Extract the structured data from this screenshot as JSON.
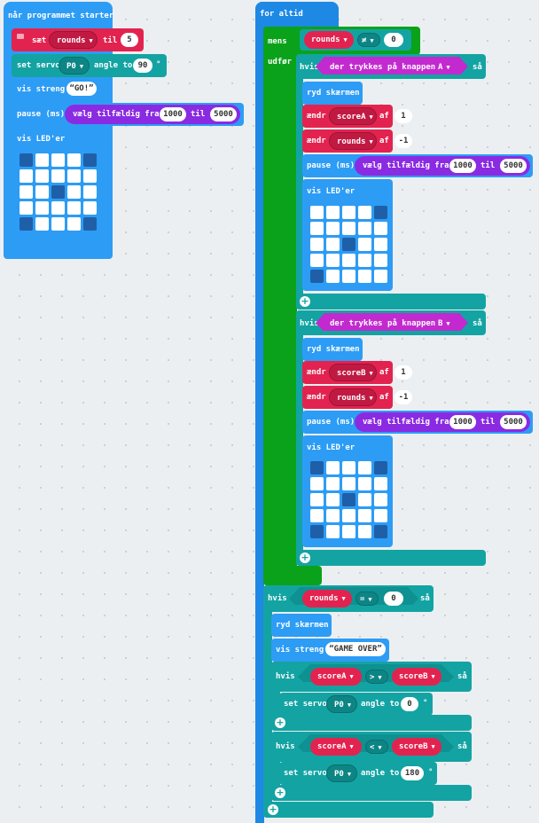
{
  "on_start": {
    "hat_label": "når programmet starter",
    "set_label": "sæt",
    "set_var": "rounds",
    "set_to": "til",
    "set_value": "5",
    "servo_label": "set servo",
    "servo_pin": "P0",
    "servo_angle_label": "angle to",
    "servo_angle": "90",
    "servo_unit": "°",
    "show_string_label": "vis streng",
    "show_string_value": "GO!",
    "pause_label": "pause (ms)",
    "random_label": "vælg tilfældig fra",
    "random_from": "1000",
    "random_to_label": "til",
    "random_to": "5000",
    "show_leds_label": "vis LED'er",
    "leds": [
      0,
      1,
      1,
      1,
      0,
      1,
      1,
      1,
      1,
      1,
      1,
      1,
      0,
      1,
      1,
      1,
      1,
      1,
      1,
      1,
      0,
      1,
      1,
      1,
      0
    ]
  },
  "forever": {
    "hat_label": "for altid",
    "while_label": "mens",
    "while_var": "rounds",
    "while_op": "≠",
    "while_value": "0",
    "do_label": "udfør",
    "if_a": {
      "if_label": "hvis",
      "event": "der trykkes på knappen",
      "button": "A",
      "then_label": "så",
      "clear_label": "ryd skærmen",
      "change1_label": "ændr",
      "change1_var": "scoreA",
      "change1_by": "af",
      "change1_value": "1",
      "change2_label": "ændr",
      "change2_var": "rounds",
      "change2_by": "af",
      "change2_value": "-1",
      "pause_label": "pause (ms)",
      "random_label": "vælg tilfældig fra",
      "random_from": "1000",
      "random_to_label": "til",
      "random_to": "5000",
      "show_leds_label": "vis LED'er",
      "leds": [
        1,
        1,
        1,
        1,
        0,
        1,
        1,
        1,
        1,
        1,
        1,
        1,
        0,
        1,
        1,
        1,
        1,
        1,
        1,
        1,
        0,
        1,
        1,
        1,
        1
      ]
    },
    "if_b": {
      "if_label": "hvis",
      "event": "der trykkes på knappen",
      "button": "B",
      "then_label": "så",
      "clear_label": "ryd skærmen",
      "change1_label": "ændr",
      "change1_var": "scoreB",
      "change1_by": "af",
      "change1_value": "1",
      "change2_label": "ændr",
      "change2_var": "rounds",
      "change2_by": "af",
      "change2_value": "-1",
      "pause_label": "pause (ms)",
      "random_label": "vælg tilfældig fra",
      "random_from": "1000",
      "random_to_label": "til",
      "random_to": "5000",
      "show_leds_label": "vis LED'er",
      "leds": [
        0,
        1,
        1,
        1,
        0,
        1,
        1,
        1,
        1,
        1,
        1,
        1,
        0,
        1,
        1,
        1,
        1,
        1,
        1,
        1,
        0,
        1,
        1,
        1,
        0
      ]
    },
    "final_if": {
      "if_label": "hvis",
      "var": "rounds",
      "op": "=",
      "value": "0",
      "then_label": "så",
      "clear_label": "ryd skærmen",
      "show_string_label": "vis streng",
      "show_string_value": "GAME OVER",
      "cmp1": {
        "if_label": "hvis",
        "left": "scoreA",
        "op": ">",
        "right": "scoreB",
        "then_label": "så",
        "servo_label": "set servo",
        "servo_pin": "P0",
        "servo_angle_label": "angle to",
        "servo_angle": "0",
        "servo_unit": "°"
      },
      "cmp2": {
        "if_label": "hvis",
        "left": "scoreA",
        "op": "<",
        "right": "scoreB",
        "then_label": "så",
        "servo_label": "set servo",
        "servo_pin": "P0",
        "servo_angle_label": "angle to",
        "servo_angle": "180",
        "servo_unit": "°"
      }
    }
  },
  "icons": {
    "plus": "+",
    "caret": "▼",
    "quote_open": "“",
    "quote_close": "”"
  }
}
